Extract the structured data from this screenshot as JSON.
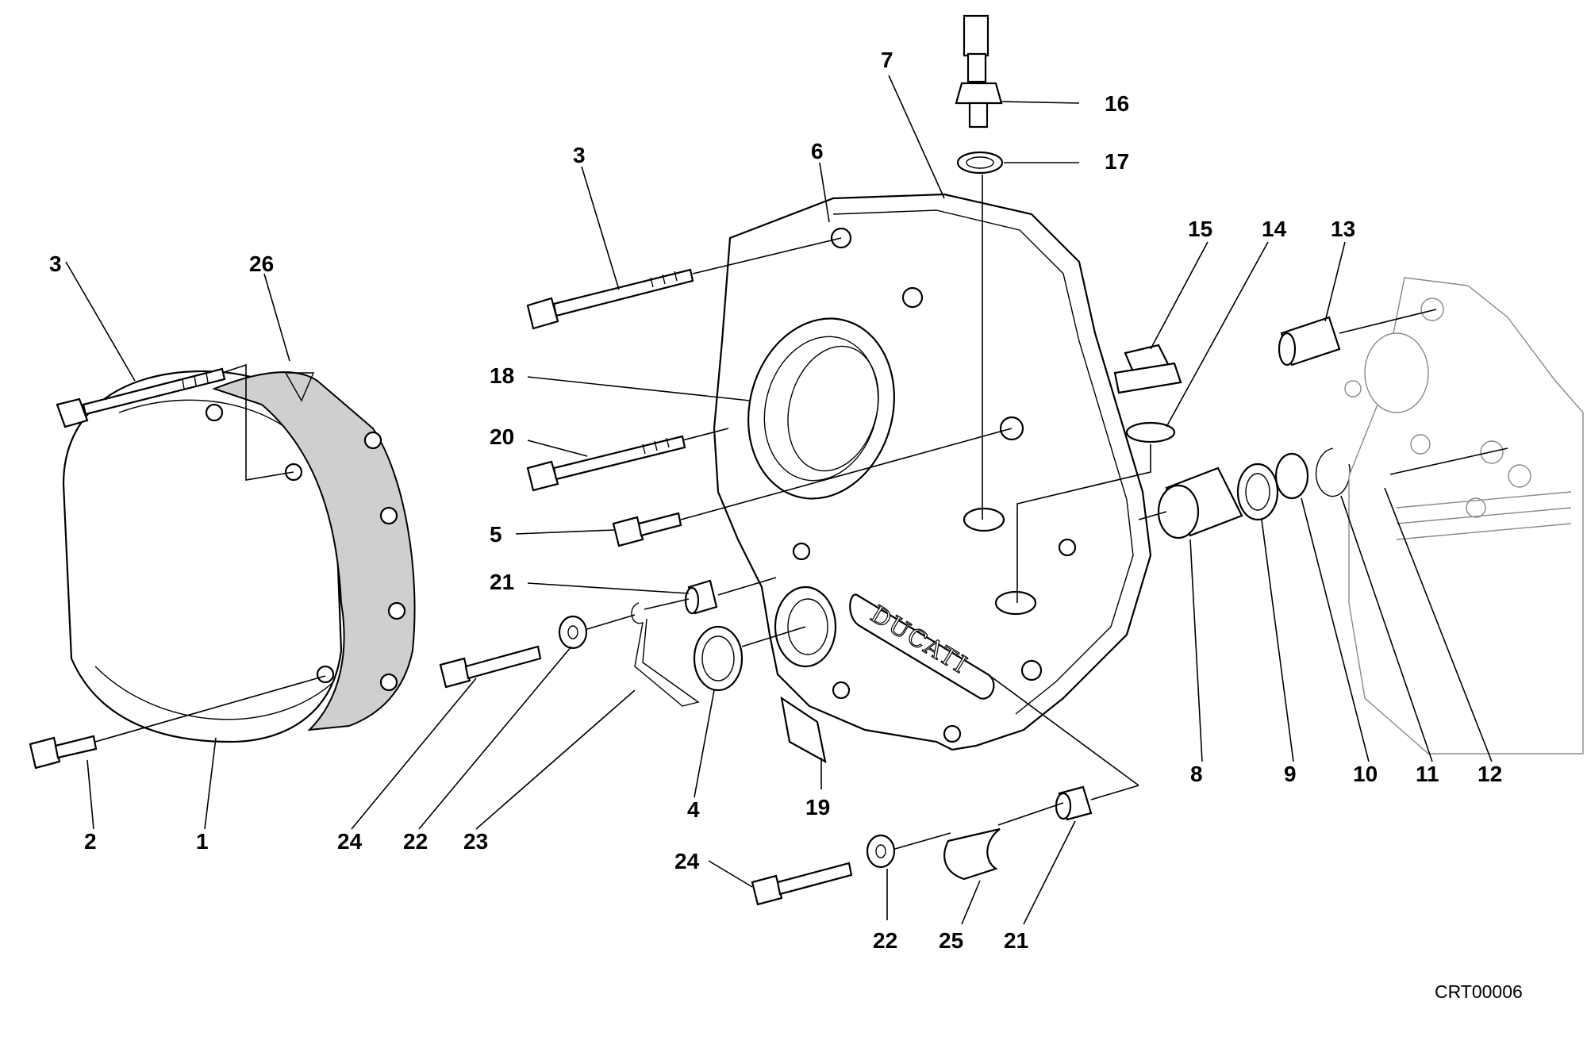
{
  "diagram": {
    "drawing_code": "CRT00006",
    "cover_logo_text": "DUCATI",
    "callouts": {
      "c1": "1",
      "c2": "2",
      "c3a": "3",
      "c3b": "3",
      "c4": "4",
      "c5": "5",
      "c6": "6",
      "c7": "7",
      "c8": "8",
      "c9": "9",
      "c10": "10",
      "c11": "11",
      "c12": "12",
      "c13": "13",
      "c14": "14",
      "c15": "15",
      "c16": "16",
      "c17": "17",
      "c18": "18",
      "c19": "19",
      "c20": "20",
      "c21a": "21",
      "c21b": "21",
      "c22a": "22",
      "c22b": "22",
      "c23": "23",
      "c24a": "24",
      "c24b": "24",
      "c25": "25",
      "c26": "26"
    }
  }
}
